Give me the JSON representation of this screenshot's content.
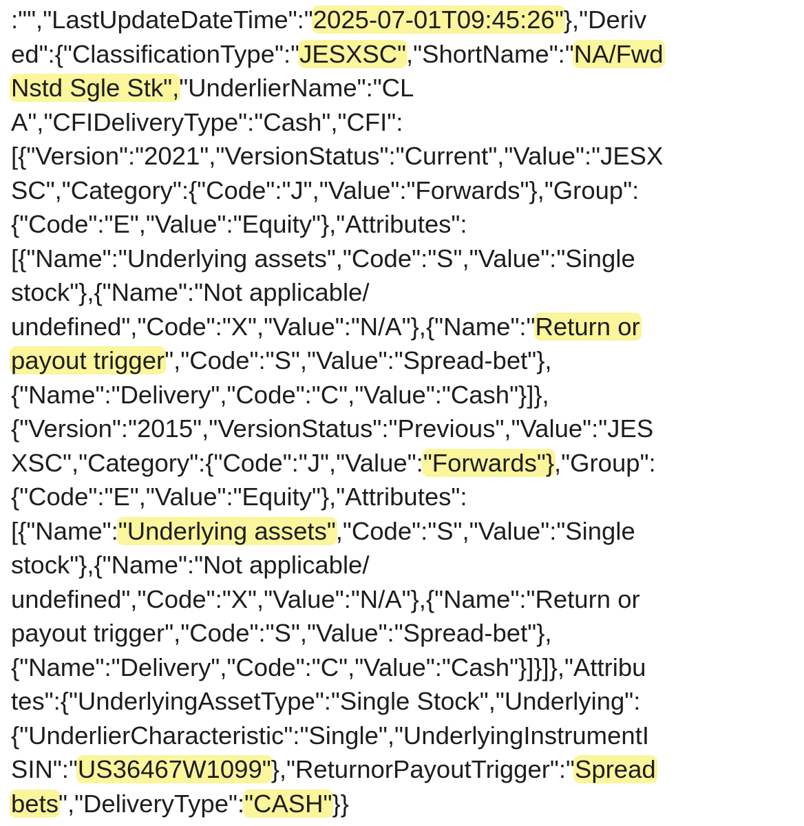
{
  "highlight_color": "#fbf59c",
  "text_color": "#1d1d1f",
  "background_color": "#ffffff",
  "lines": [
    [
      {
        "t": ":\"\",\"LastUpdateDateTime\":\""
      },
      {
        "t": "2025-07-01T09:45:26\"",
        "hl": true
      },
      {
        "t": "},\"Deriv"
      }
    ],
    [
      {
        "t": "ed\":{\"ClassificationType\":\""
      },
      {
        "t": "JESXSC\"",
        "hl": true
      },
      {
        "t": ",\"ShortName\":\""
      },
      {
        "t": "NA/Fwd",
        "hl": true
      }
    ],
    [
      {
        "t": "Nstd Sgle Stk\",",
        "hl": true
      },
      {
        "t": "\"UnderlierName\":\"CL"
      }
    ],
    [
      {
        "t": "A\",\"CFIDeliveryType\":\"Cash\",\"CFI\":"
      }
    ],
    [
      {
        "t": "[{\"Version\":\"2021\",\"VersionStatus\":\"Current\",\"Value\":\"JESX"
      }
    ],
    [
      {
        "t": "SC\",\"Category\":{\"Code\":\"J\",\"Value\":\"Forwards\"},\"Group\":"
      }
    ],
    [
      {
        "t": "{\"Code\":\"E\",\"Value\":\"Equity\"},\"Attributes\":"
      }
    ],
    [
      {
        "t": "[{\"Name\":\"Underlying assets\",\"Code\":\"S\",\"Value\":\"Single"
      }
    ],
    [
      {
        "t": "stock\"},{\"Name\":\"Not applicable/"
      }
    ],
    [
      {
        "t": "undefined\",\"Code\":\"X\",\"Value\":\"N/A\"},{\"Name\":\""
      },
      {
        "t": "Return or",
        "hl": true
      }
    ],
    [
      {
        "t": "payout trigger",
        "hl": true
      },
      {
        "t": "\",\"Code\":\"S\",\"Value\":\"Spread-bet\"},"
      }
    ],
    [
      {
        "t": "{\"Name\":\"Delivery\",\"Code\":\"C\",\"Value\":\"Cash\"}]},"
      }
    ],
    [
      {
        "t": "{\"Version\":\"2015\",\"VersionStatus\":\"Previous\",\"Value\":\"JES"
      }
    ],
    [
      {
        "t": "XSC\",\"Category\":{\"Code\":\"J\",\"Value\":"
      },
      {
        "t": "\"Forwards\"}",
        "hl": true
      },
      {
        "t": ",\"Group\":"
      }
    ],
    [
      {
        "t": "{\"Code\":\"E\",\"Value\":\"Equity\"},\"Attributes\":"
      }
    ],
    [
      {
        "t": "[{\"Name\":"
      },
      {
        "t": "\"Underlying assets\"",
        "hl": true
      },
      {
        "t": ",\"Code\":\"S\",\"Value\":\"Single"
      }
    ],
    [
      {
        "t": "stock\"},{\"Name\":\"Not applicable/"
      }
    ],
    [
      {
        "t": "undefined\",\"Code\":\"X\",\"Value\":\"N/A\"},{\"Name\":\"Return or"
      }
    ],
    [
      {
        "t": "payout trigger\",\"Code\":\"S\",\"Value\":\"Spread-bet\"},"
      }
    ],
    [
      {
        "t": "{\"Name\":\"Delivery\",\"Code\":\"C\",\"Value\":\"Cash\"}]}]},\"Attribu"
      }
    ],
    [
      {
        "t": "tes\":{\"UnderlyingAssetType\":\"Single Stock\",\"Underlying\":"
      }
    ],
    [
      {
        "t": "{\"UnderlierCharacteristic\":\"Single\",\"UnderlyingInstrumentI"
      }
    ],
    [
      {
        "t": "SIN\":\""
      },
      {
        "t": "US36467W1099\"",
        "hl": true
      },
      {
        "t": "},\"ReturnorPayoutTrigger\":\""
      },
      {
        "t": "Spread",
        "hl": true
      }
    ],
    [
      {
        "t": "bets",
        "hl": true
      },
      {
        "t": "\",\"DeliveryType\":"
      },
      {
        "t": "\"CASH\"",
        "hl": true
      },
      {
        "t": "}}"
      }
    ]
  ]
}
